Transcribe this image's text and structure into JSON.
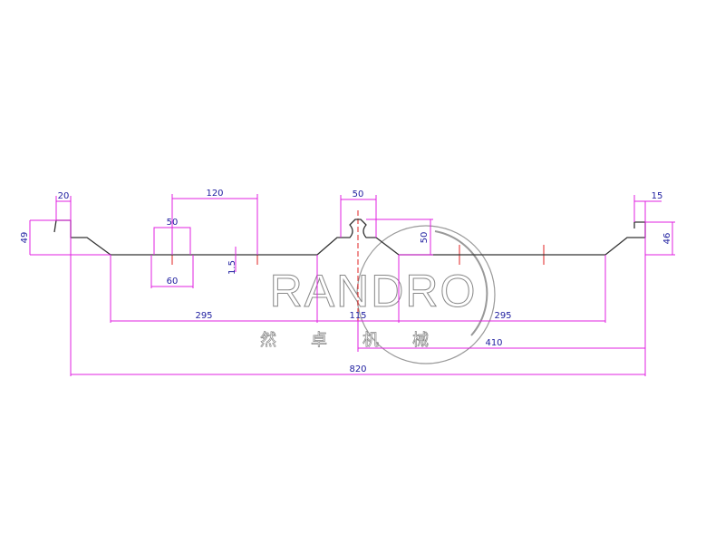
{
  "drawing": {
    "watermark": {
      "brand": "RANDRO",
      "chinese": [
        "然",
        "卓",
        "机",
        "械"
      ]
    },
    "dimensions": {
      "left_height": "49",
      "left_flange": "20",
      "stiffener_spacing": "120",
      "stiffener_top": "50",
      "stiffener_bottom": "60",
      "thickness": "1.5",
      "rib_top": "50",
      "rib_height": "50",
      "pan_left": "295",
      "rib_half": "115",
      "pan_right": "295",
      "half_width": "410",
      "total_width": "820",
      "right_flange": "15",
      "right_height": "46"
    },
    "colors": {
      "dimension": "#e020e0",
      "label": "#2020a0",
      "profile": "#333333",
      "centerline": "#e02020"
    }
  }
}
